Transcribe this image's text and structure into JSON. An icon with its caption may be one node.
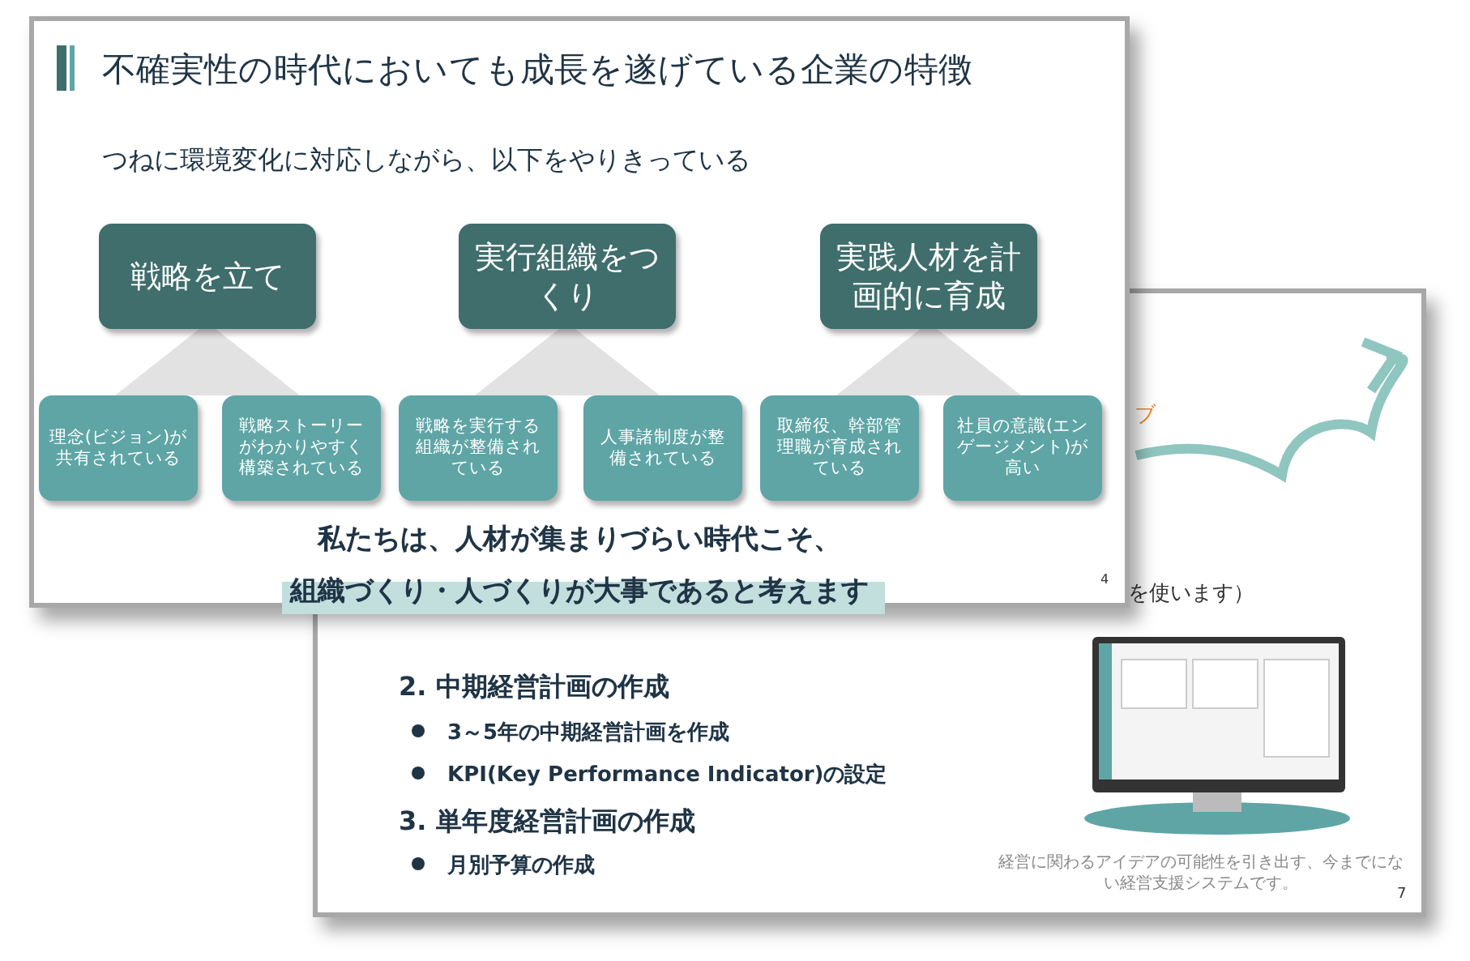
{
  "diagram": {
    "title": "不確実性の時代においても成長を遂げている企業の特徴",
    "nodes": [
      {
        "text": [
          "戦略を立て"
        ]
      },
      {
        "text": [
          "実行組織をつくり"
        ]
      },
      {
        "text": [
          "実践人材を計画的に育成"
        ]
      },
      {
        "text": [
          "理念(ビジョン)が共有されている"
        ]
      },
      {
        "text": [
          "戦略ストーリーがわかりやすく構築されている"
        ]
      },
      {
        "text": [
          "戦略を実行する組織が整備されている"
        ]
      },
      {
        "text": [
          "人事諸制度が整備されている"
        ]
      },
      {
        "text": [
          "取締役、幹部管理職が育成されている"
        ]
      },
      {
        "text": [
          "社員の意識(エンゲージメント)が高い"
        ]
      },
      {
        "text": [],
        "shape": "triangle"
      },
      {
        "text": [],
        "shape": "triangle"
      },
      {
        "text": [],
        "shape": "triangle"
      }
    ],
    "edges": [],
    "labels": [
      "つねに環境変化に対応しながら、以下をやりきっている",
      "私たちは、人材が集まりづらい時代こそ、",
      "組織づくり・人づくりが大事であると考えます",
      "4",
      "ブ",
      "を使います）",
      "2.  中期経営計画の作成",
      "3～5年の中期経営計画を作成",
      "KPI(Key Performance Indicator)の設定",
      "3.  単年度経営計画の作成",
      "月別予算の作成",
      "経営に関わるアイデアの可能性を引き出す、今までにない経営支援システムです。",
      "7"
    ]
  }
}
